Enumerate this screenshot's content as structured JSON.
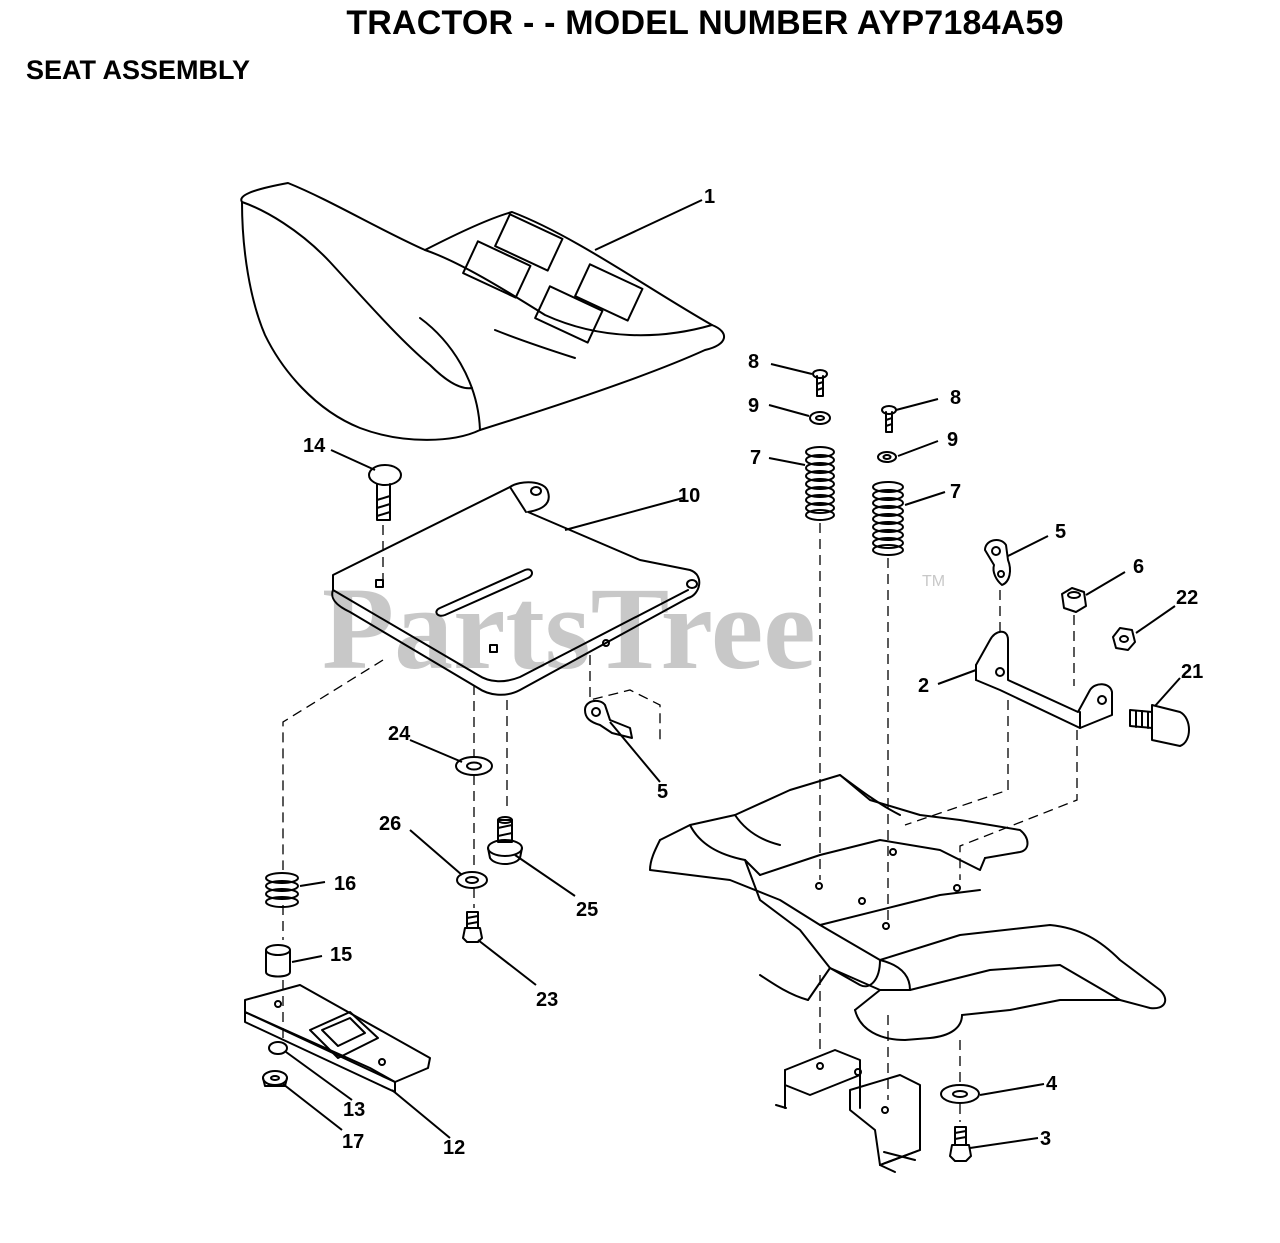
{
  "header": {
    "title": "TRACTOR - - MODEL NUMBER AYP7184A59",
    "section": "SEAT ASSEMBLY"
  },
  "watermark": {
    "text": "PartsTree",
    "trademark": "TM",
    "color": "#c8c8c8"
  },
  "callouts": {
    "c1": "1",
    "c2": "2",
    "c3": "3",
    "c4": "4",
    "c5a": "5",
    "c5b": "5",
    "c6": "6",
    "c7a": "7",
    "c7b": "7",
    "c8a": "8",
    "c8b": "8",
    "c9a": "9",
    "c9b": "9",
    "c10": "10",
    "c12": "12",
    "c13": "13",
    "c14": "14",
    "c15": "15",
    "c16": "16",
    "c17": "17",
    "c21": "21",
    "c22": "22",
    "c23": "23",
    "c24": "24",
    "c25": "25",
    "c26": "26"
  }
}
